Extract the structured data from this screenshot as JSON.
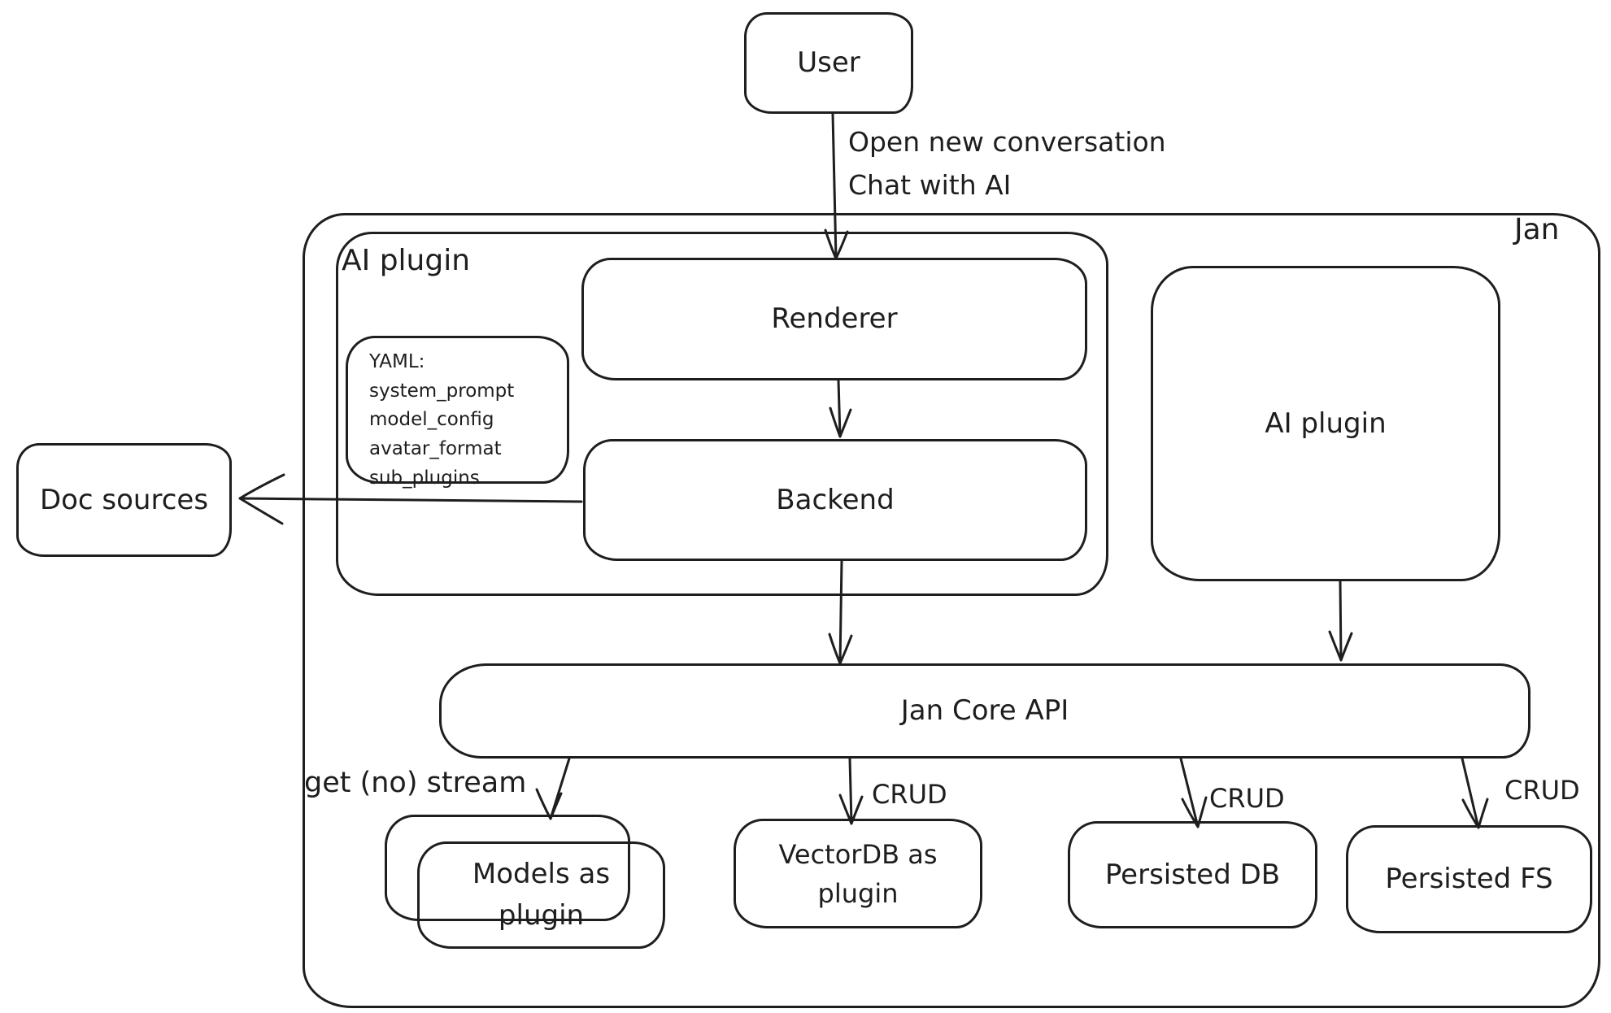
{
  "diagram": {
    "container_label": "Jan",
    "nodes": {
      "user": {
        "label": "User"
      },
      "ai_plugin_left": {
        "label": "AI plugin"
      },
      "renderer": {
        "label": "Renderer"
      },
      "backend": {
        "label": "Backend"
      },
      "yaml_note": {
        "lines": [
          "YAML:",
          "system_prompt",
          "model_config",
          "avatar_format",
          "sub_plugins"
        ]
      },
      "doc_sources": {
        "label": "Doc sources"
      },
      "ai_plugin_right": {
        "label": "AI plugin"
      },
      "jan_core_api": {
        "label": "Jan Core API"
      },
      "models_plugin": {
        "label": "Models as plugin"
      },
      "vectordb_plugin": {
        "label": "VectorDB as plugin"
      },
      "persisted_db": {
        "label": "Persisted DB"
      },
      "persisted_fs": {
        "label": "Persisted FS"
      }
    },
    "edges": {
      "user_to_jan": {
        "label_lines": [
          "Open new conversation",
          "Chat with AI"
        ]
      },
      "core_to_models": {
        "label": "get (no) stream"
      },
      "core_to_vectordb": {
        "label": "CRUD"
      },
      "core_to_persisted_db": {
        "label": "CRUD"
      },
      "core_to_persisted_fs": {
        "label": "CRUD"
      }
    },
    "colors": {
      "stroke": "#1e1e1e",
      "background": "#ffffff"
    }
  }
}
